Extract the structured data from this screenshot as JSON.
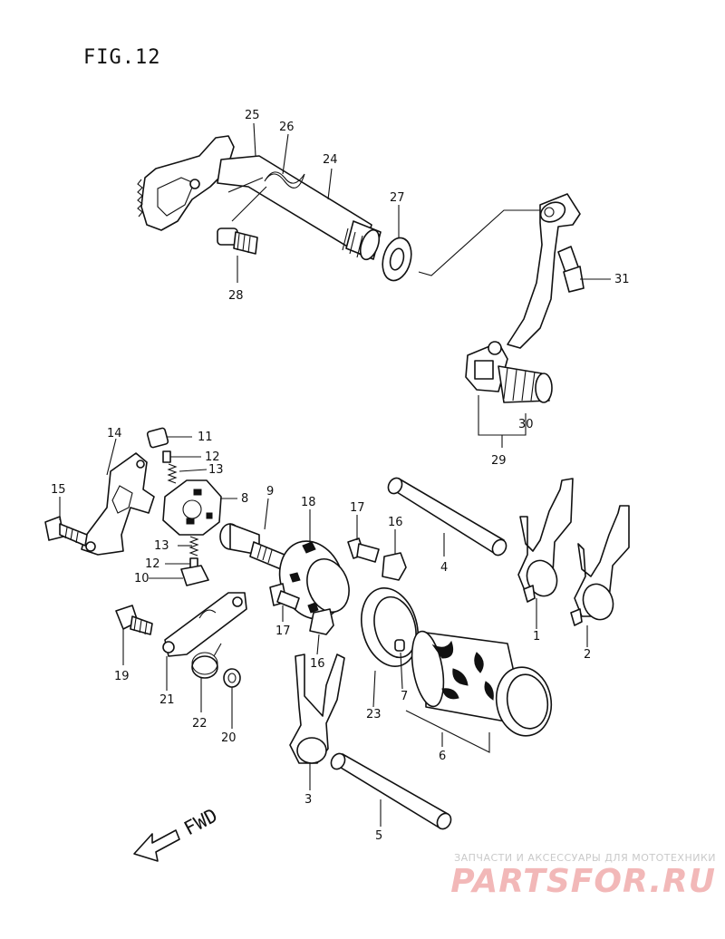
{
  "figure": {
    "title": "FIG.12"
  },
  "direction": {
    "label": "FWD"
  },
  "callouts": [
    {
      "id": "c25",
      "text": "25"
    },
    {
      "id": "c26",
      "text": "26"
    },
    {
      "id": "c24",
      "text": "24"
    },
    {
      "id": "c27",
      "text": "27"
    },
    {
      "id": "c28",
      "text": "28"
    },
    {
      "id": "c31",
      "text": "31"
    },
    {
      "id": "c30",
      "text": "30"
    },
    {
      "id": "c29",
      "text": "29"
    },
    {
      "id": "c14",
      "text": "14"
    },
    {
      "id": "c11",
      "text": "11"
    },
    {
      "id": "c12a",
      "text": "12"
    },
    {
      "id": "c13a",
      "text": "13"
    },
    {
      "id": "c8",
      "text": "8"
    },
    {
      "id": "c15",
      "text": "15"
    },
    {
      "id": "c13b",
      "text": "13"
    },
    {
      "id": "c12b",
      "text": "12"
    },
    {
      "id": "c10",
      "text": "10"
    },
    {
      "id": "c9",
      "text": "9"
    },
    {
      "id": "c18",
      "text": "18"
    },
    {
      "id": "c17a",
      "text": "17"
    },
    {
      "id": "c16a",
      "text": "16"
    },
    {
      "id": "c4",
      "text": "4"
    },
    {
      "id": "c17b",
      "text": "17"
    },
    {
      "id": "c16b",
      "text": "16"
    },
    {
      "id": "c19",
      "text": "19"
    },
    {
      "id": "c21",
      "text": "21"
    },
    {
      "id": "c22",
      "text": "22"
    },
    {
      "id": "c20",
      "text": "20"
    },
    {
      "id": "c23",
      "text": "23"
    },
    {
      "id": "c7",
      "text": "7"
    },
    {
      "id": "c6",
      "text": "6"
    },
    {
      "id": "c1",
      "text": "1"
    },
    {
      "id": "c2",
      "text": "2"
    },
    {
      "id": "c3",
      "text": "3"
    },
    {
      "id": "c5",
      "text": "5"
    }
  ],
  "watermark": {
    "tagline": "ЗАПЧАСТИ И АКСЕССУАРЫ ДЛЯ МОТОТЕХНИКИ",
    "logo_text": "PARTSFOR.RU"
  }
}
